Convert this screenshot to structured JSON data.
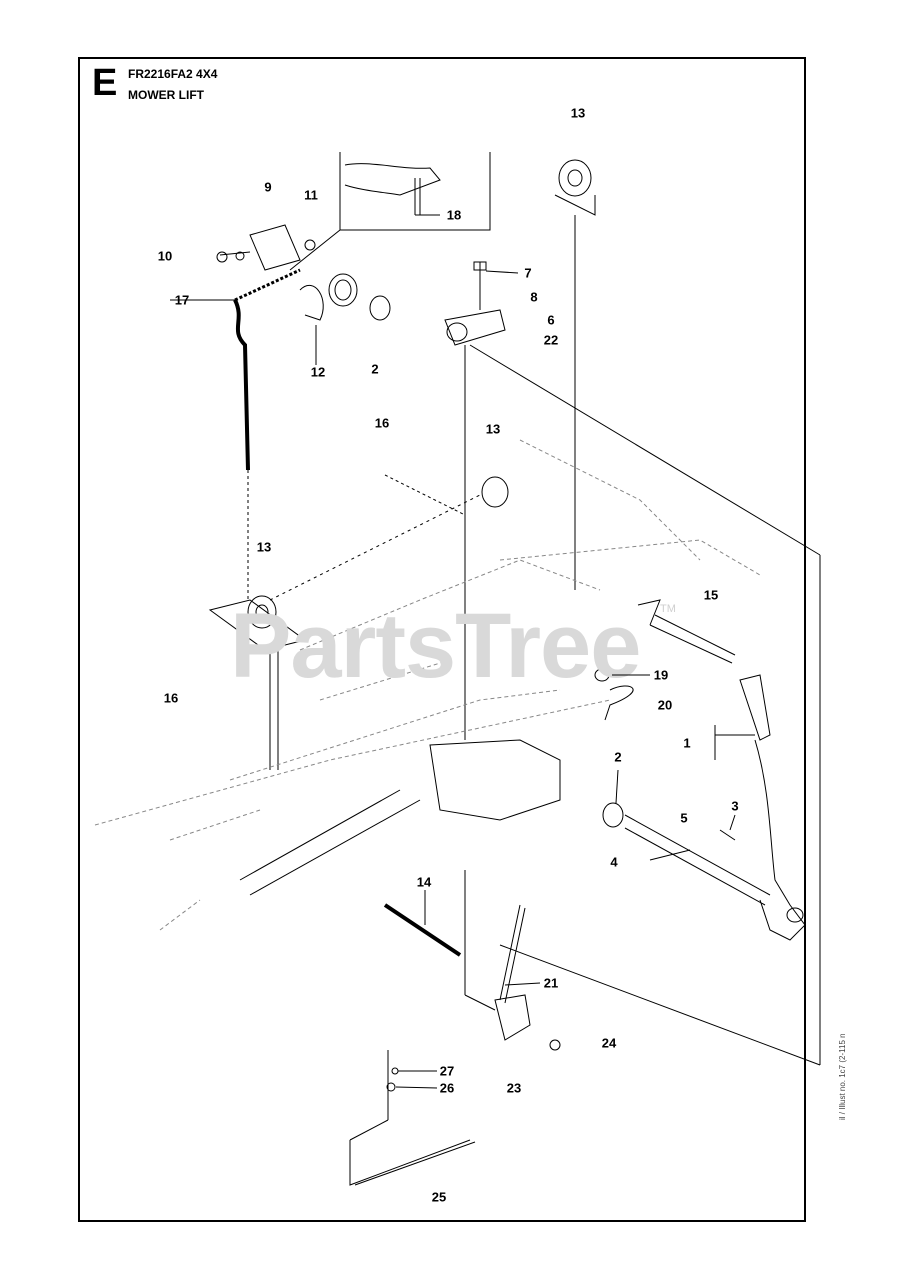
{
  "header": {
    "section_letter": "E",
    "model": "FR2216FA2 4X4",
    "title": "MOWER LIFT"
  },
  "watermark": {
    "text": "PartsTree",
    "trademark": "TM"
  },
  "side_code": "il / Illust no. 1c7 (2-115 n",
  "callouts": {
    "c1": "1",
    "c2a": "2",
    "c2b": "2",
    "c3": "3",
    "c4": "4",
    "c5": "5",
    "c6": "6",
    "c7": "7",
    "c8": "8",
    "c9": "9",
    "c10": "10",
    "c11": "11",
    "c12": "12",
    "c13a": "13",
    "c13b": "13",
    "c13c": "13",
    "c14": "14",
    "c15": "15",
    "c16a": "16",
    "c16b": "16",
    "c17": "17",
    "c18": "18",
    "c19": "19",
    "c20": "20",
    "c21": "21",
    "c22": "22",
    "c23": "23",
    "c24": "24",
    "c25": "25",
    "c26": "26",
    "c27": "27"
  },
  "colors": {
    "line": "#000000",
    "watermark": "#d9d9d9"
  }
}
